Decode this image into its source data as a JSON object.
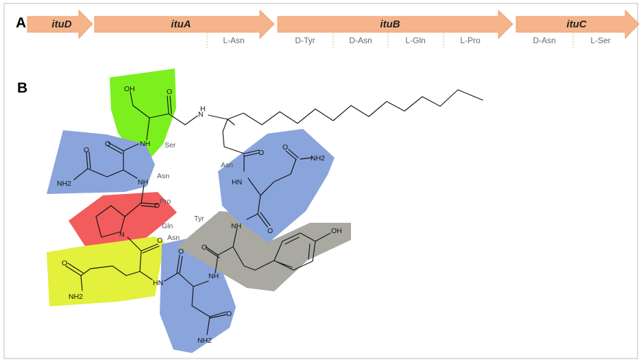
{
  "panels": {
    "a": "A",
    "b": "B"
  },
  "genes": [
    {
      "id": "ituD",
      "label": "ituD"
    },
    {
      "id": "ituA",
      "label": "ituA"
    },
    {
      "id": "ituB",
      "label": "ituB"
    },
    {
      "id": "ituC",
      "label": "ituC"
    }
  ],
  "modules": [
    "L-Asn",
    "D-Tyr",
    "D-Asn",
    "L-Gln",
    "L-Pro",
    "D-Asn",
    "L-Ser"
  ],
  "residues": {
    "ser": "Ser",
    "asn1": "Asn",
    "pro": "Pro",
    "gln": "Gln",
    "asn2": "Asn",
    "tyr": "Tyr",
    "asn3": "Asn"
  },
  "atoms": {
    "oh1": "OH",
    "oh2": "OH",
    "nh2_a": "NH2",
    "nh2_b": "NH2",
    "nh2_c": "NH2",
    "nh2_d": "NH2",
    "n": "N",
    "nh": "NH",
    "hn": "HN",
    "h": "H",
    "o": "O"
  },
  "colors": {
    "arrow_fill": "#f5b48a",
    "arrow_stroke": "#eea27a",
    "ser": "#7cf01e",
    "asn": "#8aa4dc",
    "pro": "#f25c5c",
    "gln": "#e3f03c",
    "tyr": "#a9a9a1",
    "bond": "#111111"
  }
}
